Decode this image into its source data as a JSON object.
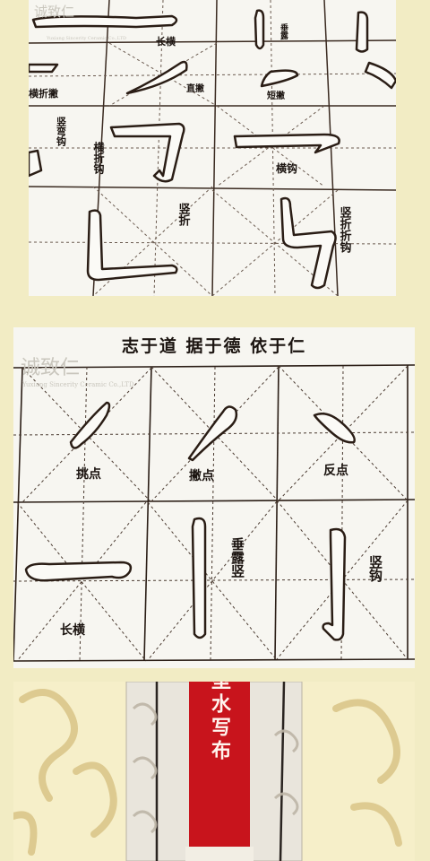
{
  "watermark": {
    "brand": "诚致仁",
    "company_top": "Yuxiang Sincerity Ceramic Co.,LTD",
    "company_mid": "Yuxiang Sincerity Ceramic Co.,LTD"
  },
  "top_panel": {
    "labels": {
      "l1": "长横",
      "l2": "垂露",
      "l3": "直撇",
      "l4": "短撇",
      "l5": "横折撇",
      "l6": "竖弯钩",
      "l7": "横折钩",
      "l8": "横钩",
      "l9": "竖折",
      "l10": "竖折折钩"
    }
  },
  "middle_panel": {
    "header": "志于道 据于德 依于仁",
    "strokes": [
      {
        "name": "挑点"
      },
      {
        "name": "撇点"
      },
      {
        "name": "反点"
      },
      {
        "name": "长横"
      },
      {
        "name": "垂露竖"
      },
      {
        "name": "竖钩"
      }
    ]
  },
  "bottom_panel": {
    "banner_text": "新型水写布",
    "colors": {
      "banner_red": "#c8141c",
      "pattern_gold": "#d9c487"
    }
  }
}
